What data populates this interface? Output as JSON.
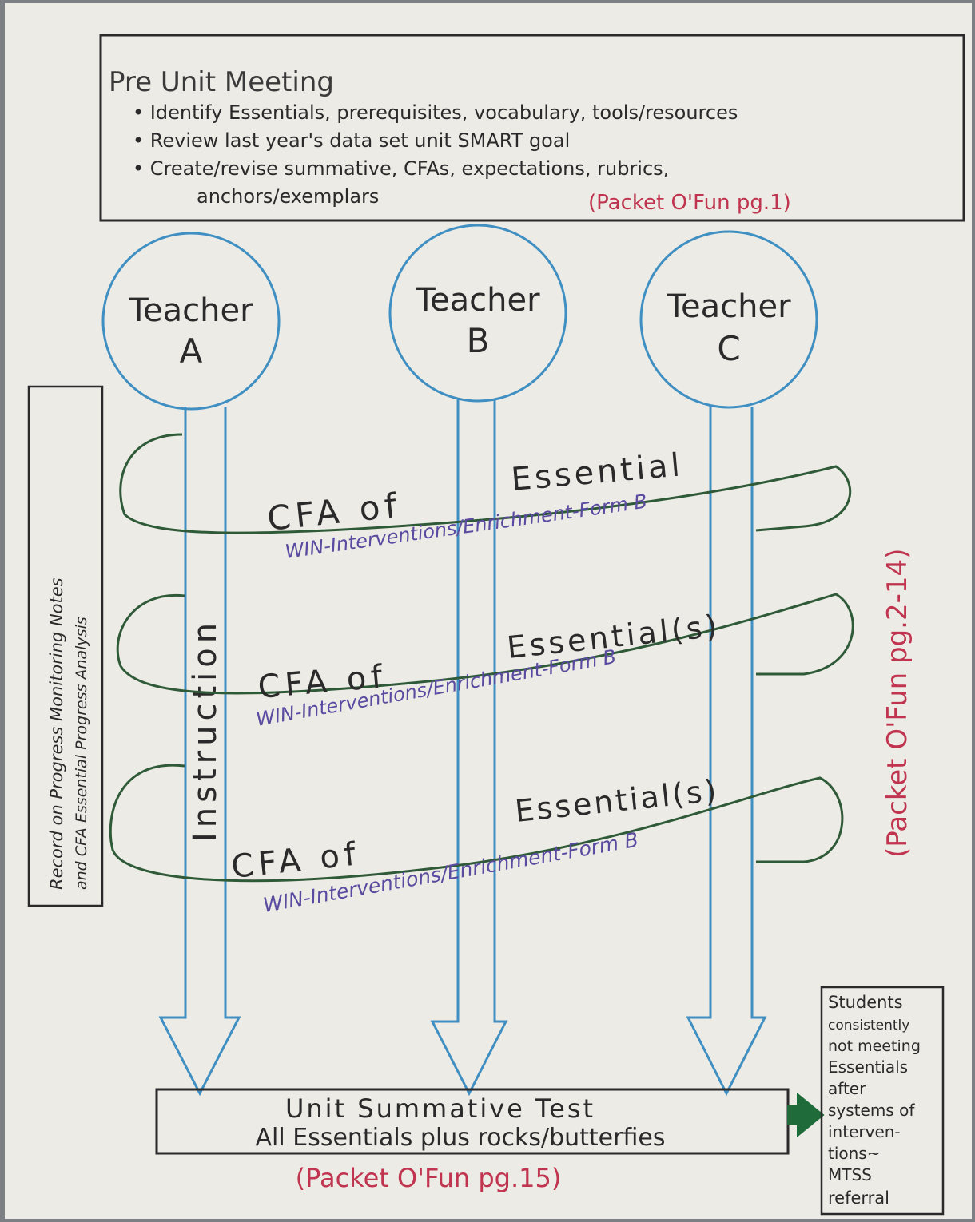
{
  "header": {
    "title": "Pre Unit Meeting",
    "bullets": [
      "Identify Essentials, prerequisites, vocabulary, tools/resources",
      "Review last year's data set unit SMART goal",
      "Create/revise summative, CFAs, expectations, rubrics,"
    ],
    "bullet_continuation": "anchors/exemplars",
    "reference": "(Packet O'Fun pg.1)"
  },
  "teachers": [
    {
      "line1": "Teacher",
      "line2": "A"
    },
    {
      "line1": "Teacher",
      "line2": "B"
    },
    {
      "line1": "Teacher",
      "line2": "C"
    }
  ],
  "side_note": {
    "line1": "Record on Progress Monitoring Notes",
    "line2": "and CFA Essential Progress Analysis"
  },
  "instruction_label": "Instruction",
  "cycles": [
    {
      "cfa": "CFA of",
      "essential": "Essential",
      "win": "WIN-Interventions/Enrichment-Form B"
    },
    {
      "cfa": "CFA of",
      "essential": "Essential(s)",
      "win": "WIN-Interventions/Enrichment-Form B"
    },
    {
      "cfa": "CFA of",
      "essential": "Essential(s)",
      "win": "WIN-Interventions/Enrichment-Form B"
    }
  ],
  "right_reference": "(Packet O'Fun pg.2-14)",
  "summative": {
    "line1": "Unit Summative Test",
    "line2": "All Essentials plus rocks/butterfies",
    "reference": "(Packet O'Fun pg.15)"
  },
  "referral_box": {
    "lines": [
      "Students",
      "consistently",
      "not meeting",
      "Essentials",
      "after",
      "systems of",
      "interven-",
      "tions~",
      "MTSS",
      "referral"
    ]
  },
  "colors": {
    "ink": "#2a2a2a",
    "blue": "#3f8fc2",
    "green": "#2f5a38",
    "purple": "#5a4aa0",
    "red": "#c0344f",
    "arrow_fill": "#1f6b3a"
  }
}
